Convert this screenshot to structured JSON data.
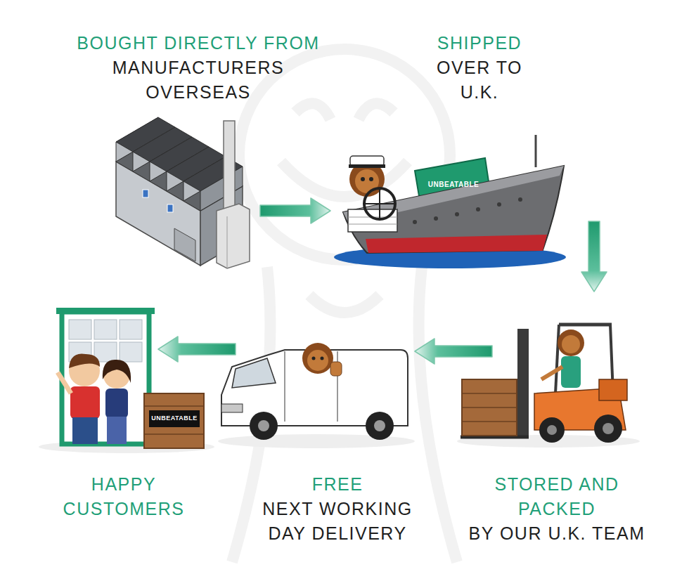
{
  "diagram": {
    "nodes": [
      {
        "text": [
          "BOUGHT DIRECTLY FROM",
          "MANUFACTURERS OVERSEAS"
        ]
      },
      {
        "text": [
          "SHIPPED",
          "OVER TO U.K."
        ]
      },
      {
        "text": [
          "STORED AND PACKED",
          "BY OUR U.K. TEAM"
        ]
      },
      {
        "text": [
          "FREE",
          "NEXT WORKING DAY DELIVERY"
        ]
      },
      {
        "text": [
          "HAPPY CUSTOMERS"
        ]
      }
    ],
    "edges": [
      {
        "from": 0,
        "to": 1,
        "arrow": "to"
      },
      {
        "from": 1,
        "to": 2,
        "arrow": "to"
      },
      {
        "from": 2,
        "to": 3,
        "arrow": "to"
      },
      {
        "from": 3,
        "to": 4,
        "arrow": "to"
      }
    ],
    "labels": [
      "UNBEATABLE",
      "UNBEATABLE"
    ]
  }
}
